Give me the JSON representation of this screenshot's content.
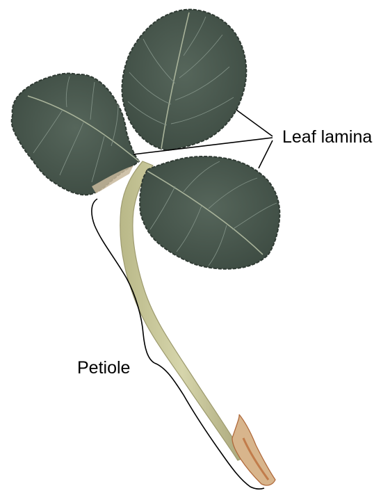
{
  "labels": {
    "leaf_lamina": "Leaf lamina",
    "petiole": "Petiole"
  },
  "colors": {
    "background": "#ffffff",
    "leaf_fill": "#4a5a50",
    "leaf_edge": "#2f3a33",
    "vein": "#7f8f84",
    "midrib": "#a9b39a",
    "petiole": "#c8c79a",
    "petiole_edge": "#9d9a6e",
    "petiole_base": "#c98f5a",
    "leader_line": "#000000"
  },
  "figure": {
    "subject": "strawberry-leaf-icon",
    "leaflet_count": 3
  }
}
